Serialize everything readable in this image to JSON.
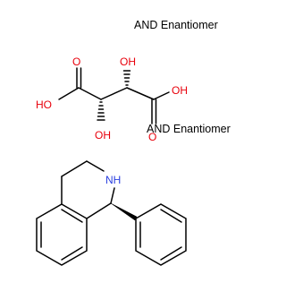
{
  "annotations": {
    "top": "AND Enantiomer",
    "middle": "AND Enantiomer"
  },
  "tartaric_acid": {
    "atoms": {
      "o_top_left": "O",
      "ho_left": "HO",
      "oh_top": "OH",
      "oh_bottom": "OH",
      "oh_right": "OH",
      "o_bottom_right": "O"
    }
  },
  "tetrahydroisoquinoline": {
    "atoms": {
      "nh": "NH"
    }
  },
  "colors": {
    "oxygen": "#e8000b",
    "nitrogen": "#2a3fe0",
    "carbon": "#000000",
    "note": "#000000"
  }
}
